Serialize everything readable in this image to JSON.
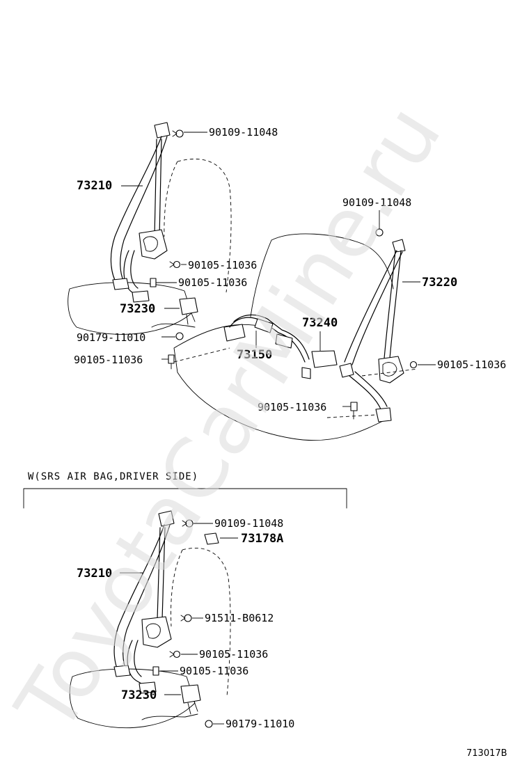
{
  "watermark": "ToyotaCarMine.ru",
  "section_label": "W(SRS AIR BAG,DRIVER SIDE)",
  "diagram_code": "713017B",
  "labels": {
    "top_bolt_left": "90109-11048",
    "belt_front_left": "73210",
    "bolt_retractor_left": "90105-11036",
    "bolt_anchor_left": "90105-11036",
    "buckle_left": "73230",
    "nut_left": "90179-11010",
    "bolt_floor_left": "90105-11036",
    "belt_center": "73150",
    "buckle_center": "73240",
    "bolt_center_floor": "90105-11036",
    "top_bolt_right": "90109-11048",
    "belt_rear_right": "73220",
    "bolt_retractor_right": "90105-11036",
    "w_top_bolt": "90109-11048",
    "w_cover": "73178A",
    "w_belt": "73210",
    "w_bolt_pretensioner": "91511-B0612",
    "w_bolt_retractor": "90105-11036",
    "w_bolt_anchor": "90105-11036",
    "w_buckle": "73230",
    "w_nut": "90179-11010"
  }
}
